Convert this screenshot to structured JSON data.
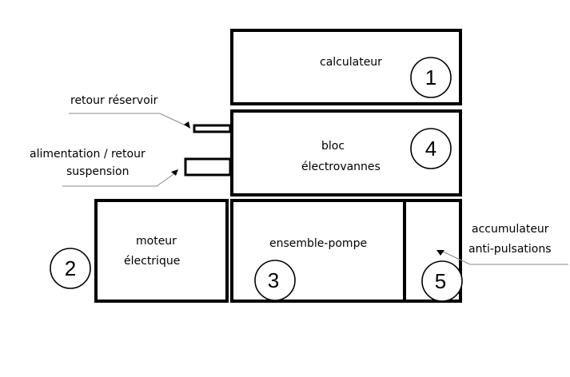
{
  "diagram": {
    "components": [
      {
        "id": "1",
        "name": "calculateur",
        "lines": [
          "calculateur"
        ]
      },
      {
        "id": "2",
        "name": "moteur électrique",
        "lines": [
          "moteur",
          "électrique"
        ]
      },
      {
        "id": "3",
        "name": "ensemble-pompe",
        "lines": [
          "ensemble-pompe"
        ]
      },
      {
        "id": "4",
        "name": "bloc électrovannes",
        "lines": [
          "bloc",
          "électrovannes"
        ]
      },
      {
        "id": "5",
        "name": "accumulateur anti-pulsations",
        "lines": [
          "accumulateur",
          "anti-pulsations"
        ]
      }
    ],
    "annotations": {
      "retour_reservoir": "retour réservoir",
      "alimentation_line1": "alimentation / retour",
      "alimentation_line2": "suspension"
    }
  }
}
